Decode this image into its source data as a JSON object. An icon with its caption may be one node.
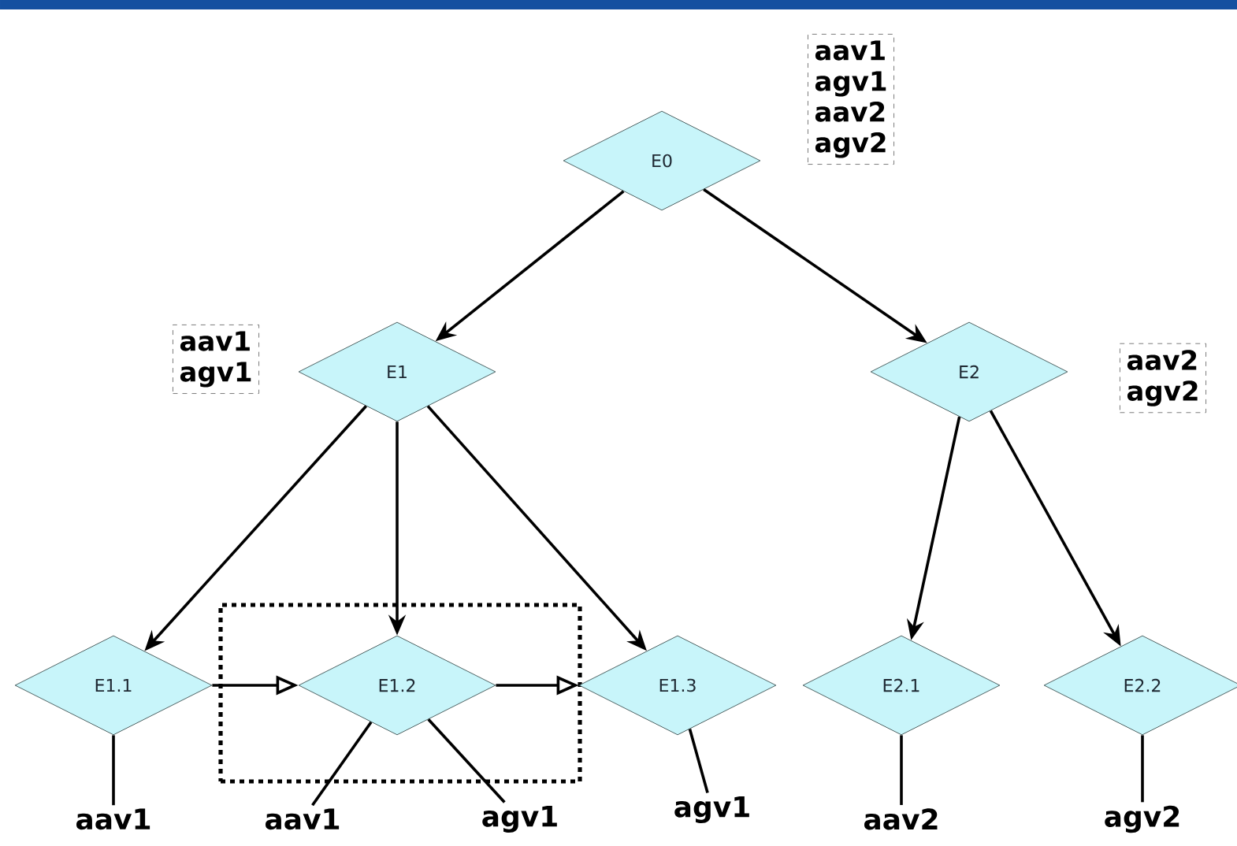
{
  "diagram": {
    "nodes": [
      {
        "text": [
          "E0"
        ]
      },
      {
        "text": [
          "aav1",
          "agv1",
          "aav2",
          "agv2"
        ]
      },
      {
        "text": [
          "E1"
        ]
      },
      {
        "text": [
          "aav1",
          "agv1"
        ]
      },
      {
        "text": [
          "E2"
        ]
      },
      {
        "text": [
          "aav2",
          "agv2"
        ]
      },
      {
        "text": [],
        "shape": "box"
      },
      {
        "text": [
          "E1.1"
        ]
      },
      {
        "text": [
          "E1.2"
        ],
        "in": 6
      },
      {
        "text": [
          "E1.3"
        ]
      },
      {
        "text": [
          "E2.1"
        ]
      },
      {
        "text": [
          "E2.2"
        ]
      },
      {
        "text": [
          "aav1"
        ]
      },
      {
        "text": [
          "aav1"
        ]
      },
      {
        "text": [
          "agv1"
        ]
      },
      {
        "text": [
          "agv1"
        ]
      },
      {
        "text": [
          "aav2"
        ]
      },
      {
        "text": [
          "agv2"
        ]
      }
    ],
    "edges": [
      {
        "from": 0,
        "to": 2,
        "arrow": "to"
      },
      {
        "from": 0,
        "to": 4,
        "arrow": "to"
      },
      {
        "from": 2,
        "to": 7,
        "arrow": "to"
      },
      {
        "from": 2,
        "to": 8,
        "arrow": "to"
      },
      {
        "from": 2,
        "to": 9,
        "arrow": "to"
      },
      {
        "from": 4,
        "to": 10,
        "arrow": "to"
      },
      {
        "from": 4,
        "to": 11,
        "arrow": "to"
      },
      {
        "from": 7,
        "to": 8,
        "arrow": "to"
      },
      {
        "from": 8,
        "to": 9,
        "arrow": "to"
      },
      {
        "from": 7,
        "to": 12,
        "arrow": "none"
      },
      {
        "from": 8,
        "to": 13,
        "arrow": "none"
      },
      {
        "from": 8,
        "to": 14,
        "arrow": "none"
      },
      {
        "from": 9,
        "to": 15,
        "arrow": "none"
      },
      {
        "from": 10,
        "to": 16,
        "arrow": "none"
      },
      {
        "from": 11,
        "to": 17,
        "arrow": "none"
      }
    ]
  }
}
